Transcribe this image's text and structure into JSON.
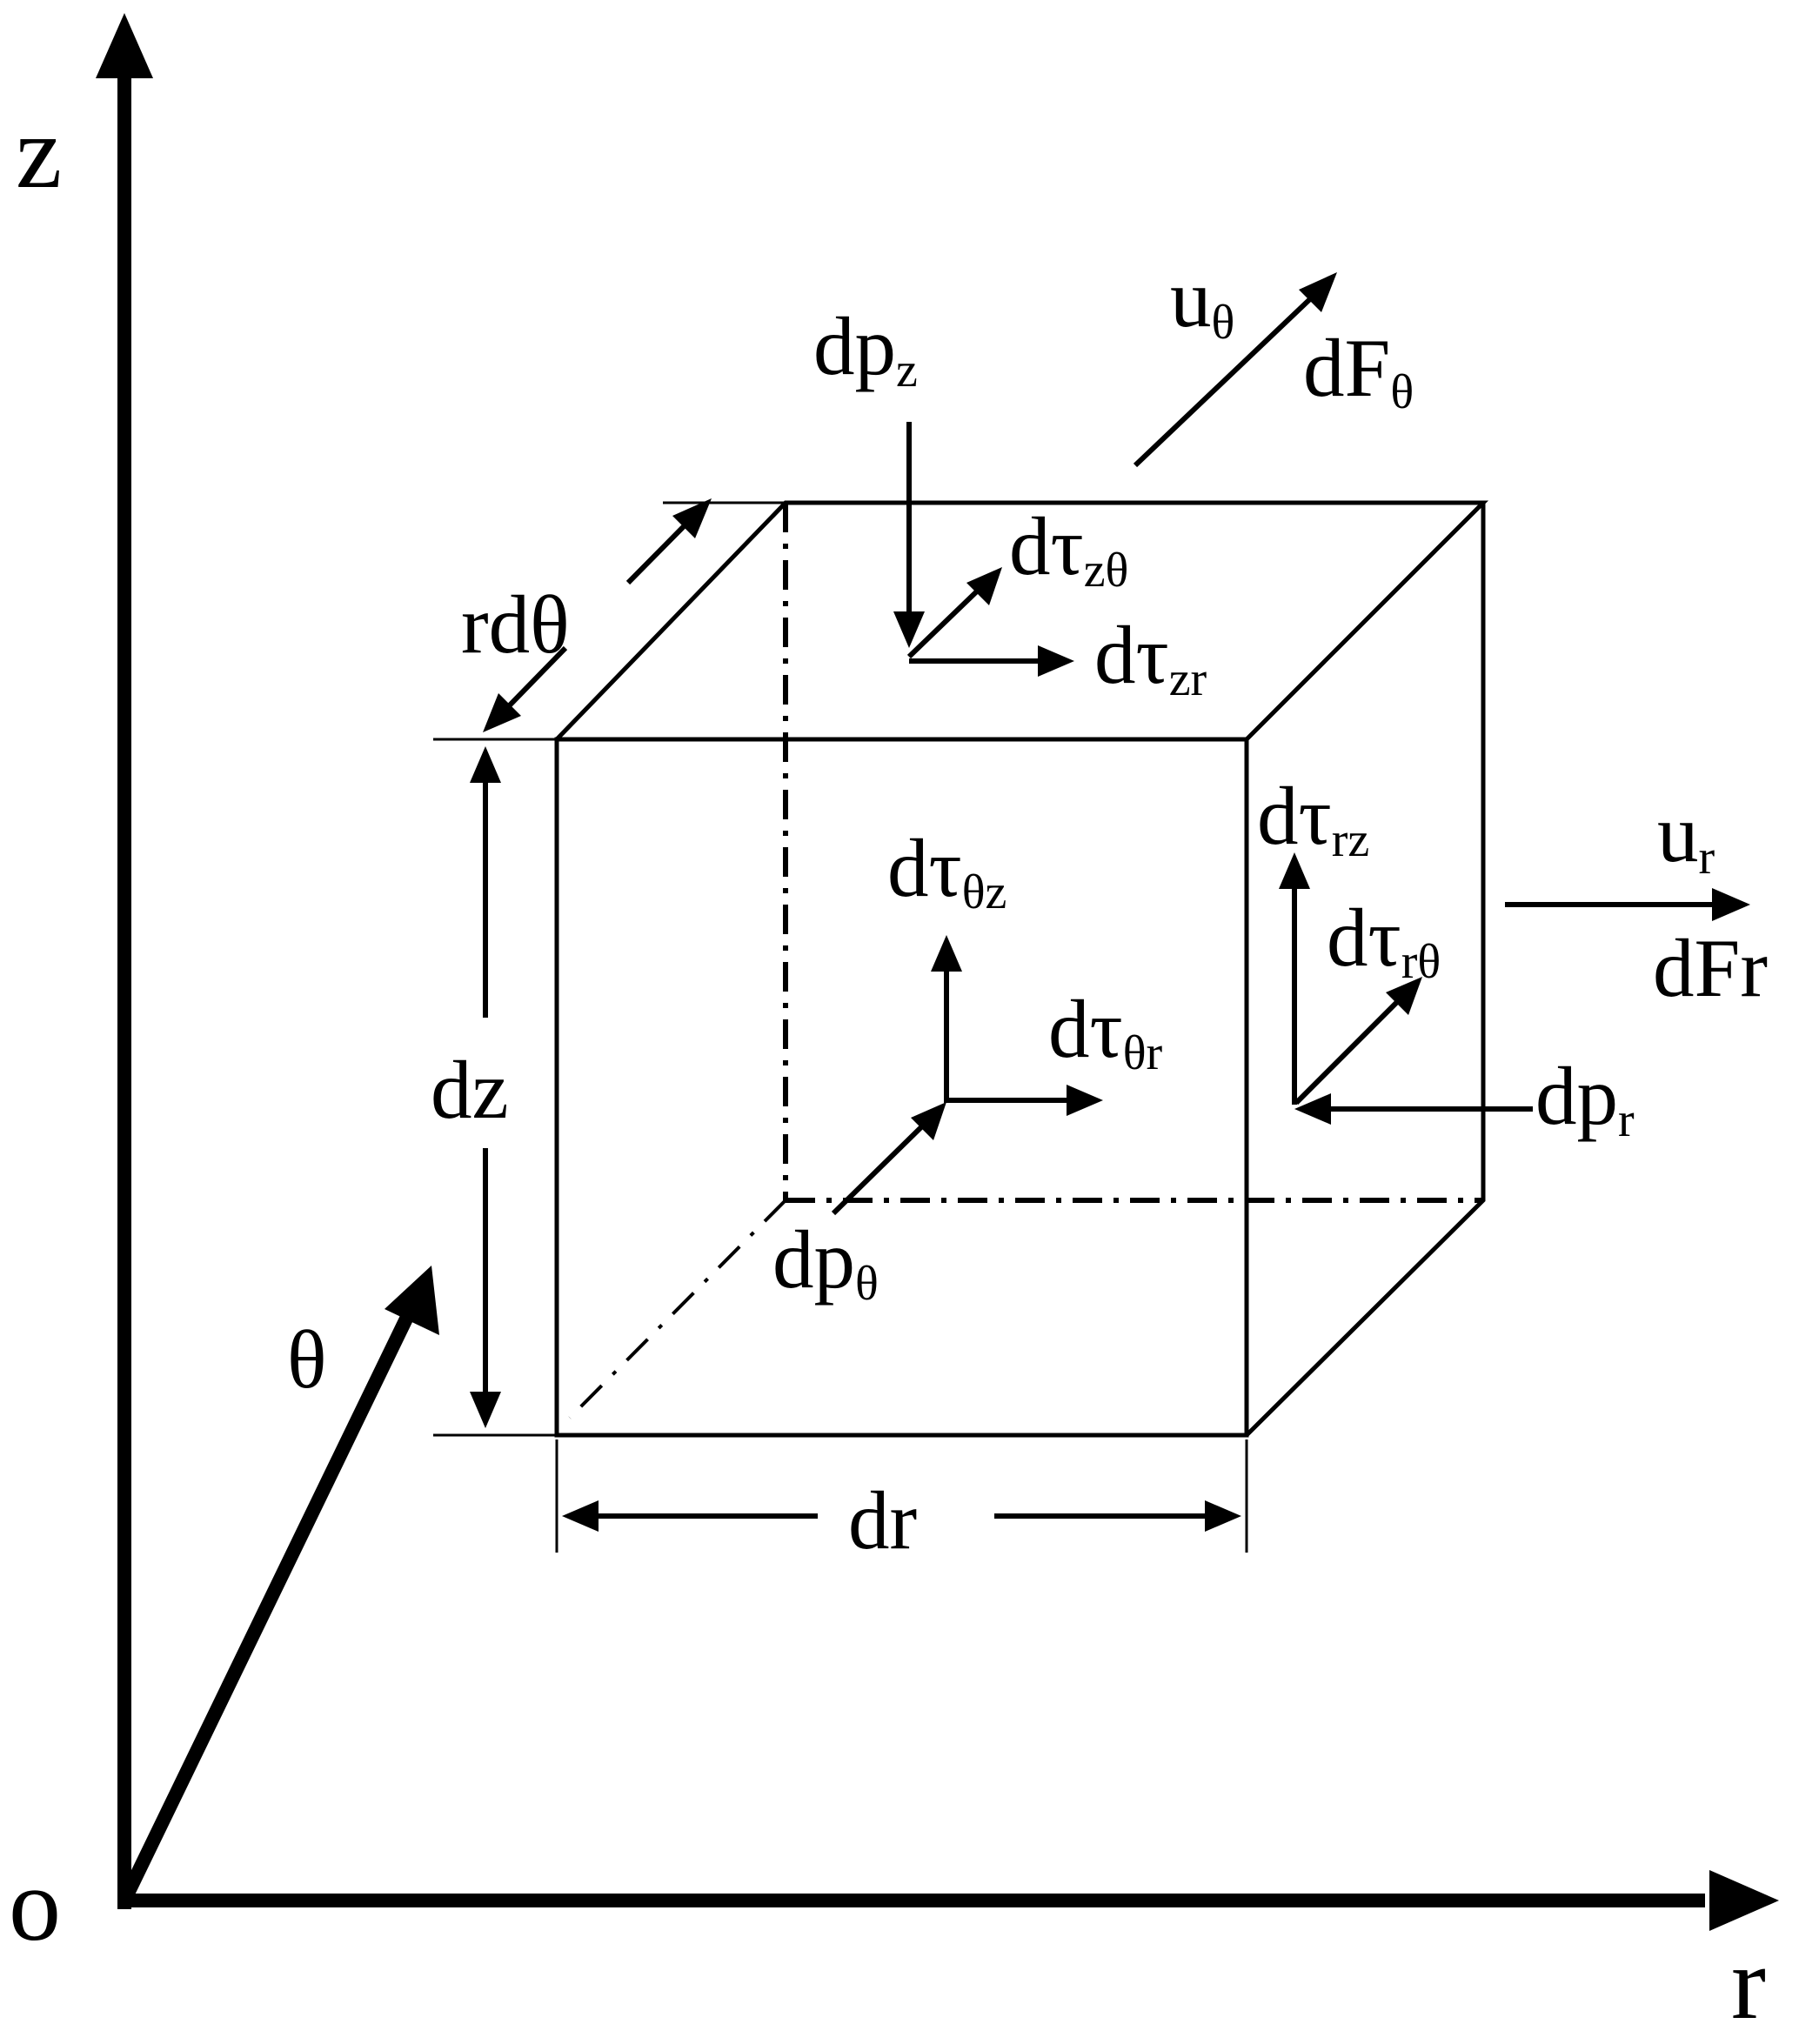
{
  "axes": {
    "z": "z",
    "r": "r",
    "theta": "θ",
    "origin": "o"
  },
  "dimensions": {
    "rdtheta": "rdθ",
    "dz": "dz",
    "dr": "dr"
  },
  "labels": {
    "dp_z": {
      "main": "dp",
      "sub": "z"
    },
    "u_theta": {
      "main": "u",
      "sub": "θ"
    },
    "dF_theta": {
      "main": "dF",
      "sub": "θ"
    },
    "dtau_ztheta": {
      "main": "dτ",
      "sub": "zθ"
    },
    "dtau_zr": {
      "main": "dτ",
      "sub": "zr"
    },
    "dtau_thetaz": {
      "main": "dτ",
      "sub": "θz"
    },
    "dtau_thetar": {
      "main": "dτ",
      "sub": "θr"
    },
    "dp_theta": {
      "main": "dp",
      "sub": "θ"
    },
    "dtau_rz": {
      "main": "dτ",
      "sub": "rz"
    },
    "dtau_rtheta": {
      "main": "dτ",
      "sub": "rθ"
    },
    "u_r": {
      "main": "u",
      "sub": "r"
    },
    "dFr": {
      "main": "dFr",
      "sub": ""
    },
    "dp_r": {
      "main": "dp",
      "sub": "r"
    }
  }
}
